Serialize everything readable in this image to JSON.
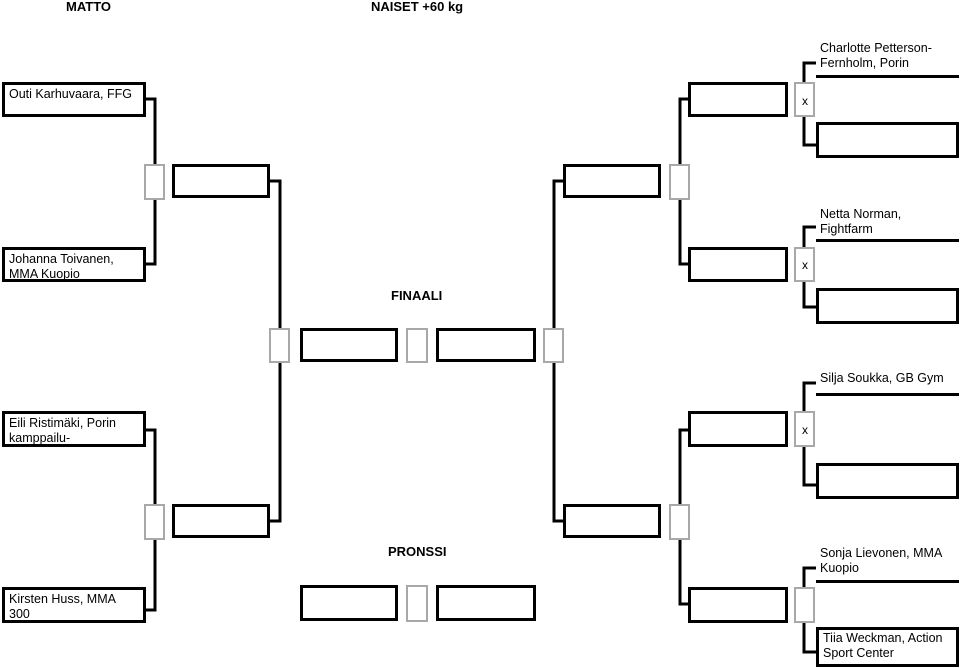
{
  "header": {
    "mat_label": "MATTO",
    "category": "NAISET +60 kg"
  },
  "labels": {
    "final": "FINAALI",
    "bronze": "PRONSSI"
  },
  "left_competitors": [
    "Outi Karhuvaara, FFG",
    "Johanna Toivanen, MMA Kuopio",
    "Eili Ristimäki, Porin kamppailu-",
    "Kirsten Huss, MMA 300"
  ],
  "right_competitors": [
    "Charlotte Petterson-Fernholm, Porin",
    "Netta Norman, Fightfarm",
    "Silja Soukka, GB Gym",
    "Sonja Lievonen, MMA Kuopio",
    "Tiia Weckman, Action Sport Center"
  ],
  "score_marks": {
    "r1": "x",
    "r2": "x",
    "r3": "x"
  }
}
